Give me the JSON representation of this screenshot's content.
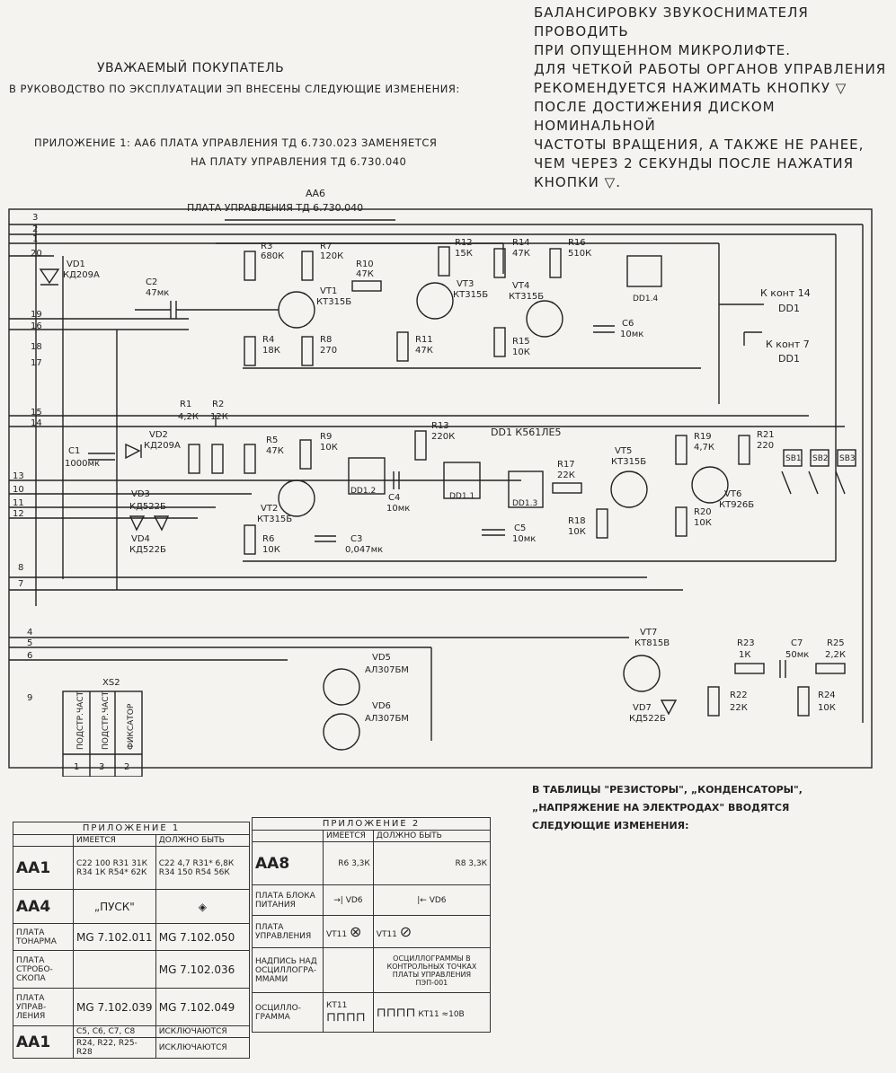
{
  "header": {
    "greeting": "УВАЖАЕМЫЙ ПОКУПАТЕЛЬ",
    "intro": "В РУКОВОДСТВО ПО ЭКСПЛУАТАЦИИ ЭП ВНЕСЕНЫ СЛЕДУЮЩИЕ ИЗМЕНЕНИЯ:",
    "appendix_line1": "ПРИЛОЖЕНИЕ 1:  АА6   ПЛАТА УПРАВЛЕНИЯ ТД 6.730.023   ЗАМЕНЯЕТСЯ",
    "appendix_line2": "НА ПЛАТУ УПРАВЛЕНИЯ  ТД 6.730.040"
  },
  "notes_right": [
    "БАЛАНСИРОВКУ ЗВУКОСНИМАТЕЛЯ ПРОВОДИТЬ",
    "ПРИ ОПУЩЕННОМ МИКРОЛИФТЕ.",
    "ДЛЯ ЧЕТКОЙ РАБОТЫ ОРГАНОВ УПРАВЛЕНИЯ",
    "РЕКОМЕНДУЕТСЯ НАЖИМАТЬ КНОПКУ ▽",
    "ПОСЛЕ ДОСТИЖЕНИЯ ДИСКОМ НОМИНАЛЬНОЙ",
    "ЧАСТОТЫ ВРАЩЕНИЯ, А ТАКЖЕ НЕ РАНЕЕ,",
    "ЧЕМ ЧЕРЕЗ 2 СЕКУНДЫ ПОСЛЕ НАЖАТИЯ",
    "КНОПКИ ▽."
  ],
  "schematic": {
    "board_id": "АА6",
    "board_title": "ПЛАТА УПРАВЛЕНИЯ ТД 6.730.040",
    "chip_title": "DD1 К561ЛЕ5",
    "out1": "К конт 14",
    "out1b": "DD1",
    "out2": "К конт 7",
    "out2b": "DD1",
    "pins": [
      "3",
      "2",
      "1",
      "20",
      "19",
      "16",
      "18",
      "17",
      "15",
      "14",
      "13",
      "10",
      "11",
      "12",
      "8",
      "7",
      "4",
      "5",
      "6",
      "9"
    ],
    "resistors": [
      {
        "ref": "R3",
        "val": "680К"
      },
      {
        "ref": "R7",
        "val": "120К"
      },
      {
        "ref": "R10",
        "val": "47К"
      },
      {
        "ref": "R12",
        "val": "15К"
      },
      {
        "ref": "R14",
        "val": "47К"
      },
      {
        "ref": "R16",
        "val": "510К"
      },
      {
        "ref": "R4",
        "val": "18К"
      },
      {
        "ref": "R8",
        "val": "270"
      },
      {
        "ref": "R11",
        "val": "47К"
      },
      {
        "ref": "R15",
        "val": "10К"
      },
      {
        "ref": "R1",
        "val": "4,2К"
      },
      {
        "ref": "R2",
        "val": "12К"
      },
      {
        "ref": "R5",
        "val": "47К"
      },
      {
        "ref": "R9",
        "val": "10К"
      },
      {
        "ref": "R13",
        "val": "220К"
      },
      {
        "ref": "R6",
        "val": "10К"
      },
      {
        "ref": "R17",
        "val": "22К"
      },
      {
        "ref": "R18",
        "val": "10К"
      },
      {
        "ref": "R19",
        "val": "4,7К"
      },
      {
        "ref": "R20",
        "val": "10К"
      },
      {
        "ref": "R21",
        "val": "220"
      },
      {
        "ref": "R23",
        "val": "1К"
      },
      {
        "ref": "R25",
        "val": "2,2К"
      },
      {
        "ref": "R22",
        "val": "22К"
      },
      {
        "ref": "R24",
        "val": "10К"
      }
    ],
    "capacitors": [
      {
        "ref": "C2",
        "val": "47мк"
      },
      {
        "ref": "C6",
        "val": "10мк"
      },
      {
        "ref": "C1",
        "val": "1000мк"
      },
      {
        "ref": "C4",
        "val": "10мк"
      },
      {
        "ref": "C5",
        "val": "10мк"
      },
      {
        "ref": "C3",
        "val": "0,047мк"
      },
      {
        "ref": "C7",
        "val": "50мк"
      }
    ],
    "transistors": [
      {
        "ref": "VT1",
        "val": "КТ315Б"
      },
      {
        "ref": "VT3",
        "val": "КТ315Б"
      },
      {
        "ref": "VT4",
        "val": "КТ315Б"
      },
      {
        "ref": "VT2",
        "val": "КТ315Б"
      },
      {
        "ref": "VT5",
        "val": "КТ315Б"
      },
      {
        "ref": "VT6",
        "val": "КТ926Б"
      },
      {
        "ref": "VT7",
        "val": "КТ815В"
      }
    ],
    "diodes": [
      {
        "ref": "VD1",
        "val": "КД209А"
      },
      {
        "ref": "VD2",
        "val": "КД209А"
      },
      {
        "ref": "VD3",
        "val": "КД522Б"
      },
      {
        "ref": "VD4",
        "val": "КД522Б"
      },
      {
        "ref": "VD5",
        "val": "АЛ307БМ"
      },
      {
        "ref": "VD6",
        "val": "АЛ307БМ"
      },
      {
        "ref": "VD7",
        "val": "КД522Б"
      }
    ],
    "gates": [
      "DD1.4",
      "DD1.2",
      "DD1.1",
      "DD1.3"
    ],
    "buttons": [
      "SB1",
      "SB2",
      "SB3"
    ],
    "connector": {
      "ref": "XS2",
      "labels": [
        "ПОДСТР.ЧАСТ",
        "ПОДСТР.ЧАСТ",
        "ФИКСАТОР"
      ],
      "nums": [
        "1",
        "3",
        "2"
      ]
    }
  },
  "table1": {
    "caption": "ПРИЛОЖЕНИЕ 1",
    "col_has": "ИМЕЕТСЯ",
    "col_should": "ДОЛЖНО БЫТЬ",
    "rows": [
      {
        "name": "АА1",
        "has": "С22 100  R31 31К  R34 1К  R54* 62К",
        "should": "С22 4,7  R31* 6,8К  R34 150  R54 56К"
      },
      {
        "name": "АА4",
        "has": "„ПУСК\"",
        "should": "◈"
      },
      {
        "name": "ПЛАТА ТОНАРМА",
        "has": "mg 7.102.011",
        "should": "mg 7.102.050"
      },
      {
        "name": "ПЛАТА СТРОБО-СКОПА",
        "has": "",
        "should": "mg 7.102.036"
      },
      {
        "name": "ПЛАТА УПРАВ-ЛЕНИЯ",
        "has": "mg 7.102.039",
        "should": "mg 7.102.049"
      },
      {
        "name": "АА1",
        "has": "С5, С6, С7, С8",
        "should": "ИСКЛЮЧАЮТСЯ"
      },
      {
        "name": "",
        "has": "R24, R22, R25-R28",
        "should": "ИСКЛЮЧАЮТСЯ"
      }
    ]
  },
  "table2": {
    "caption": "ПРИЛОЖЕНИЕ 2",
    "col_has": "ИМЕЕТСЯ",
    "col_should": "ДОЛЖНО БЫТЬ",
    "rows": [
      {
        "name": "АА8",
        "has": "R6  3,3К",
        "should": "R8  3,3К"
      },
      {
        "name": "ПЛАТА БЛОКА ПИТАНИЯ",
        "has": "VD6",
        "should": "VD6"
      },
      {
        "name": "ПЛАТА УПРАВЛЕНИЯ",
        "has": "VT11",
        "should": "VT11"
      },
      {
        "name": "НАДПИСЬ НАД ОСЦИЛЛОГРА-ММАМИ",
        "has": "",
        "should": "ОСЦИЛЛОГРАММЫ В КОНТРОЛЬНЫХ ТОЧКАХ ПЛАТЫ УПРАВЛЕНИЯ ПЭП-001"
      },
      {
        "name": "ОСЦИЛЛО-ГРАММА",
        "has": "КТ11",
        "should": "КТ11  ≈10В"
      }
    ]
  },
  "bottom_note": [
    "В ТАБЛИЦЫ \"РЕЗИСТОРЫ\", „КОНДЕНСАТОРЫ\",",
    "„НАПРЯЖЕНИЕ НА ЭЛЕКТРОДАХ\" ВВОДЯТСЯ",
    "СЛЕДУЮЩИЕ ИЗМЕНЕНИЯ:"
  ]
}
